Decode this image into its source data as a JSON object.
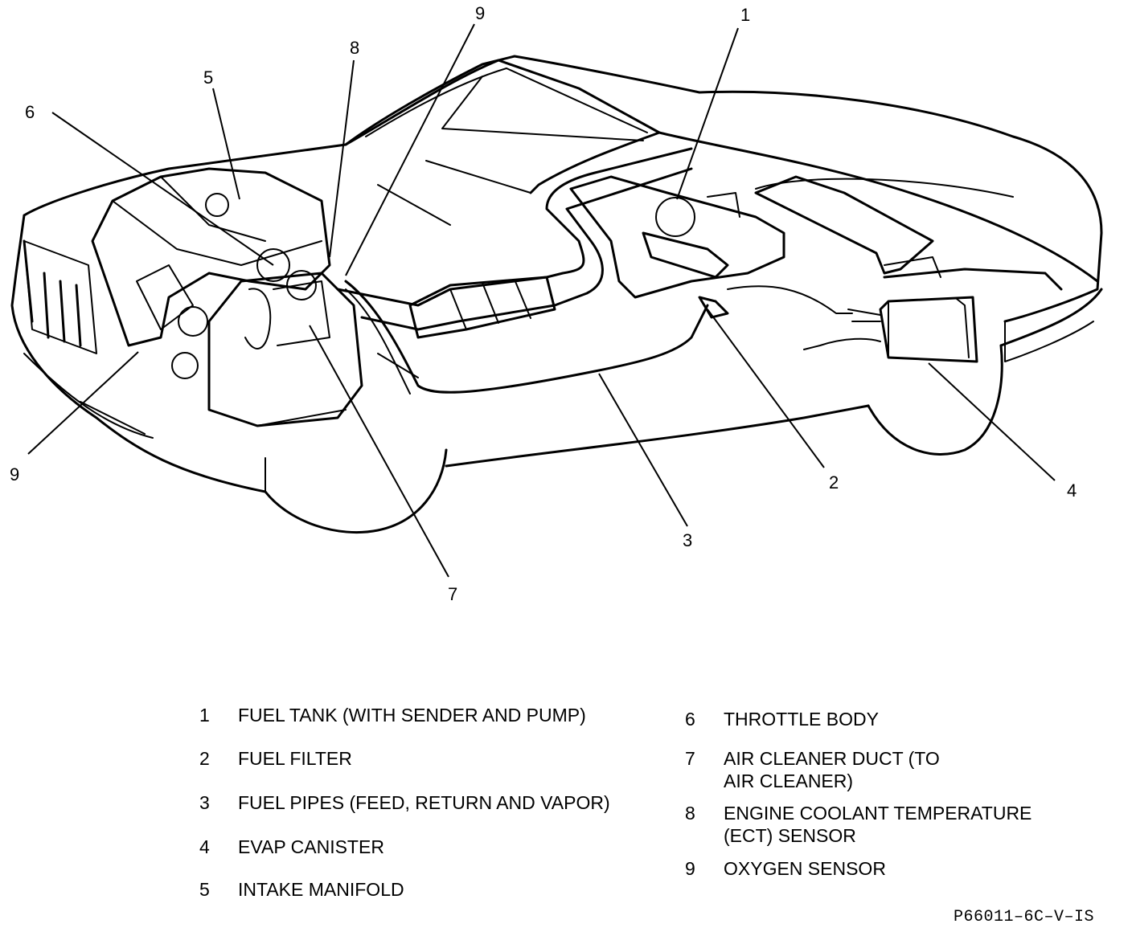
{
  "callouts": {
    "c1": "1",
    "c2": "2",
    "c3": "3",
    "c4": "4",
    "c5": "5",
    "c6": "6",
    "c7": "7",
    "c8": "8",
    "c9_top": "9",
    "c9_left": "9"
  },
  "legend": {
    "left": [
      {
        "num": "1",
        "lines": [
          "FUEL TANK (WITH SENDER AND PUMP)"
        ]
      },
      {
        "num": "2",
        "lines": [
          "FUEL FILTER"
        ]
      },
      {
        "num": "3",
        "lines": [
          "FUEL PIPES (FEED, RETURN AND VAPOR)"
        ]
      },
      {
        "num": "4",
        "lines": [
          "EVAP CANISTER"
        ]
      },
      {
        "num": "5",
        "lines": [
          "INTAKE MANIFOLD"
        ]
      }
    ],
    "right": [
      {
        "num": "6",
        "lines": [
          "THROTTLE  BODY"
        ]
      },
      {
        "num": "7",
        "lines": [
          "AIR CLEANER DUCT (TO",
          "AIR CLEANER)"
        ]
      },
      {
        "num": "8",
        "lines": [
          "ENGINE COOLANT TEMPERATURE",
          "(ECT) SENSOR"
        ]
      },
      {
        "num": "9",
        "lines": [
          "OXYGEN SENSOR"
        ]
      }
    ]
  },
  "figure_code": "P66011–6C–V–IS"
}
